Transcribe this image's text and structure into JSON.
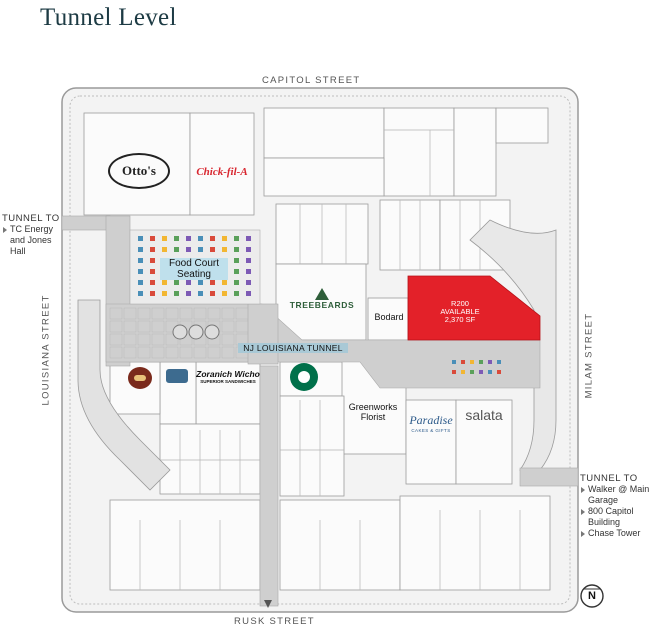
{
  "title": "Tunnel Level",
  "streets": {
    "north": "CAPITOL STREET",
    "south": "RUSK STREET",
    "west": "LOUISIANA STREET",
    "east": "MILAM STREET"
  },
  "tunnel_west": {
    "heading": "TUNNEL TO",
    "items": [
      "TC Energy",
      "and Jones",
      "Hall"
    ]
  },
  "tunnel_east": {
    "heading": "TUNNEL TO",
    "items": [
      "Walker @ Main",
      "Garage",
      "800 Capitol",
      "Building",
      "Chase Tower"
    ]
  },
  "spaces": {
    "food_court": "Food Court\nSeating",
    "tunnel": "NJ LOUISIANA TUNNEL",
    "bodard": "Bodard",
    "available_id": "R200",
    "available_status": "AVAILABLE",
    "available_size": "2,370 SF",
    "greenworks": "Greenworks\nFlorist"
  },
  "logos": {
    "ottos": "Otto's",
    "chickfila": "Chick-fil-A",
    "treebeards": "TREEBEARDS",
    "starbucks": "Starbucks",
    "sandwich": "Zoranich Wicho",
    "sandwich_sub": "SUPERIOR SANDWICHES",
    "paradise": "Paradise",
    "paradise_sub": "CAKES & GIFTS",
    "salata": "salata"
  },
  "compass": "N",
  "colors": {
    "available": "#e32129",
    "tunnel": "#cfcfcf",
    "building": "#f1f1f1",
    "title": "#1d3b44",
    "food_court": "#bfe0ec"
  }
}
